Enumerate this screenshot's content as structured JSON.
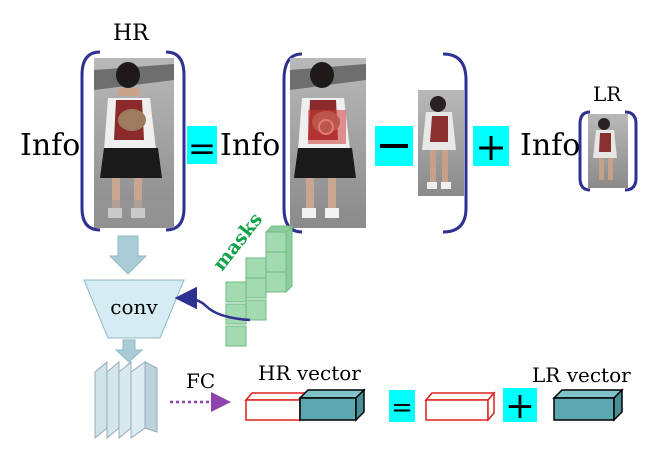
{
  "labels": {
    "hr_title": "HR",
    "lr_title": "LR",
    "info_left": "Info",
    "info_middle": "Info",
    "info_right": "Info",
    "equals": "=",
    "minus": "—",
    "plus": "+",
    "conv": "conv",
    "masks": "masks",
    "fc": "FC",
    "hr_vector": "HR vector",
    "lr_vector": "LR vector"
  },
  "colors": {
    "cyan_box": "#00ffff",
    "bracket": "#2e3191",
    "arrow_fill": "#a9ccd6",
    "conv_fill": "#d5ecf2",
    "mask_cube": "#a4dab0",
    "masks_text": "#11a34a",
    "fc_arrow": "#8e44ad",
    "vector_solid": "#5da8b0",
    "vector_outline": "#e0201b"
  }
}
